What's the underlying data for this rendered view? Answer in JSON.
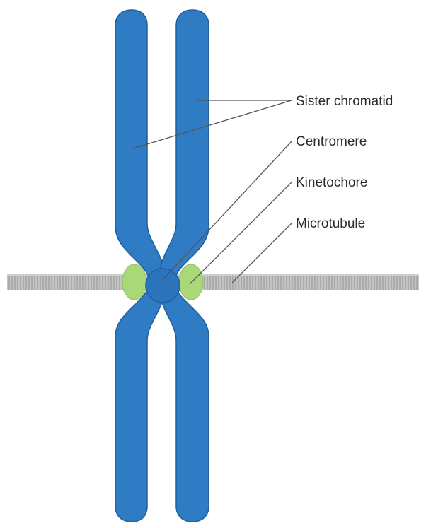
{
  "labels": {
    "sister_chromatid": "Sister chromatid",
    "centromere": "Centromere",
    "kinetochore": "Kinetochore",
    "microtubule": "Microtubule"
  },
  "colors": {
    "chromatid": "#2f7cc4",
    "chromatid_edge": "#1f5f9e",
    "kinetochore": "#a8d878",
    "microtubule": "#a9a9a9",
    "leader_line": "#555555",
    "text": "#2a2a2a"
  }
}
